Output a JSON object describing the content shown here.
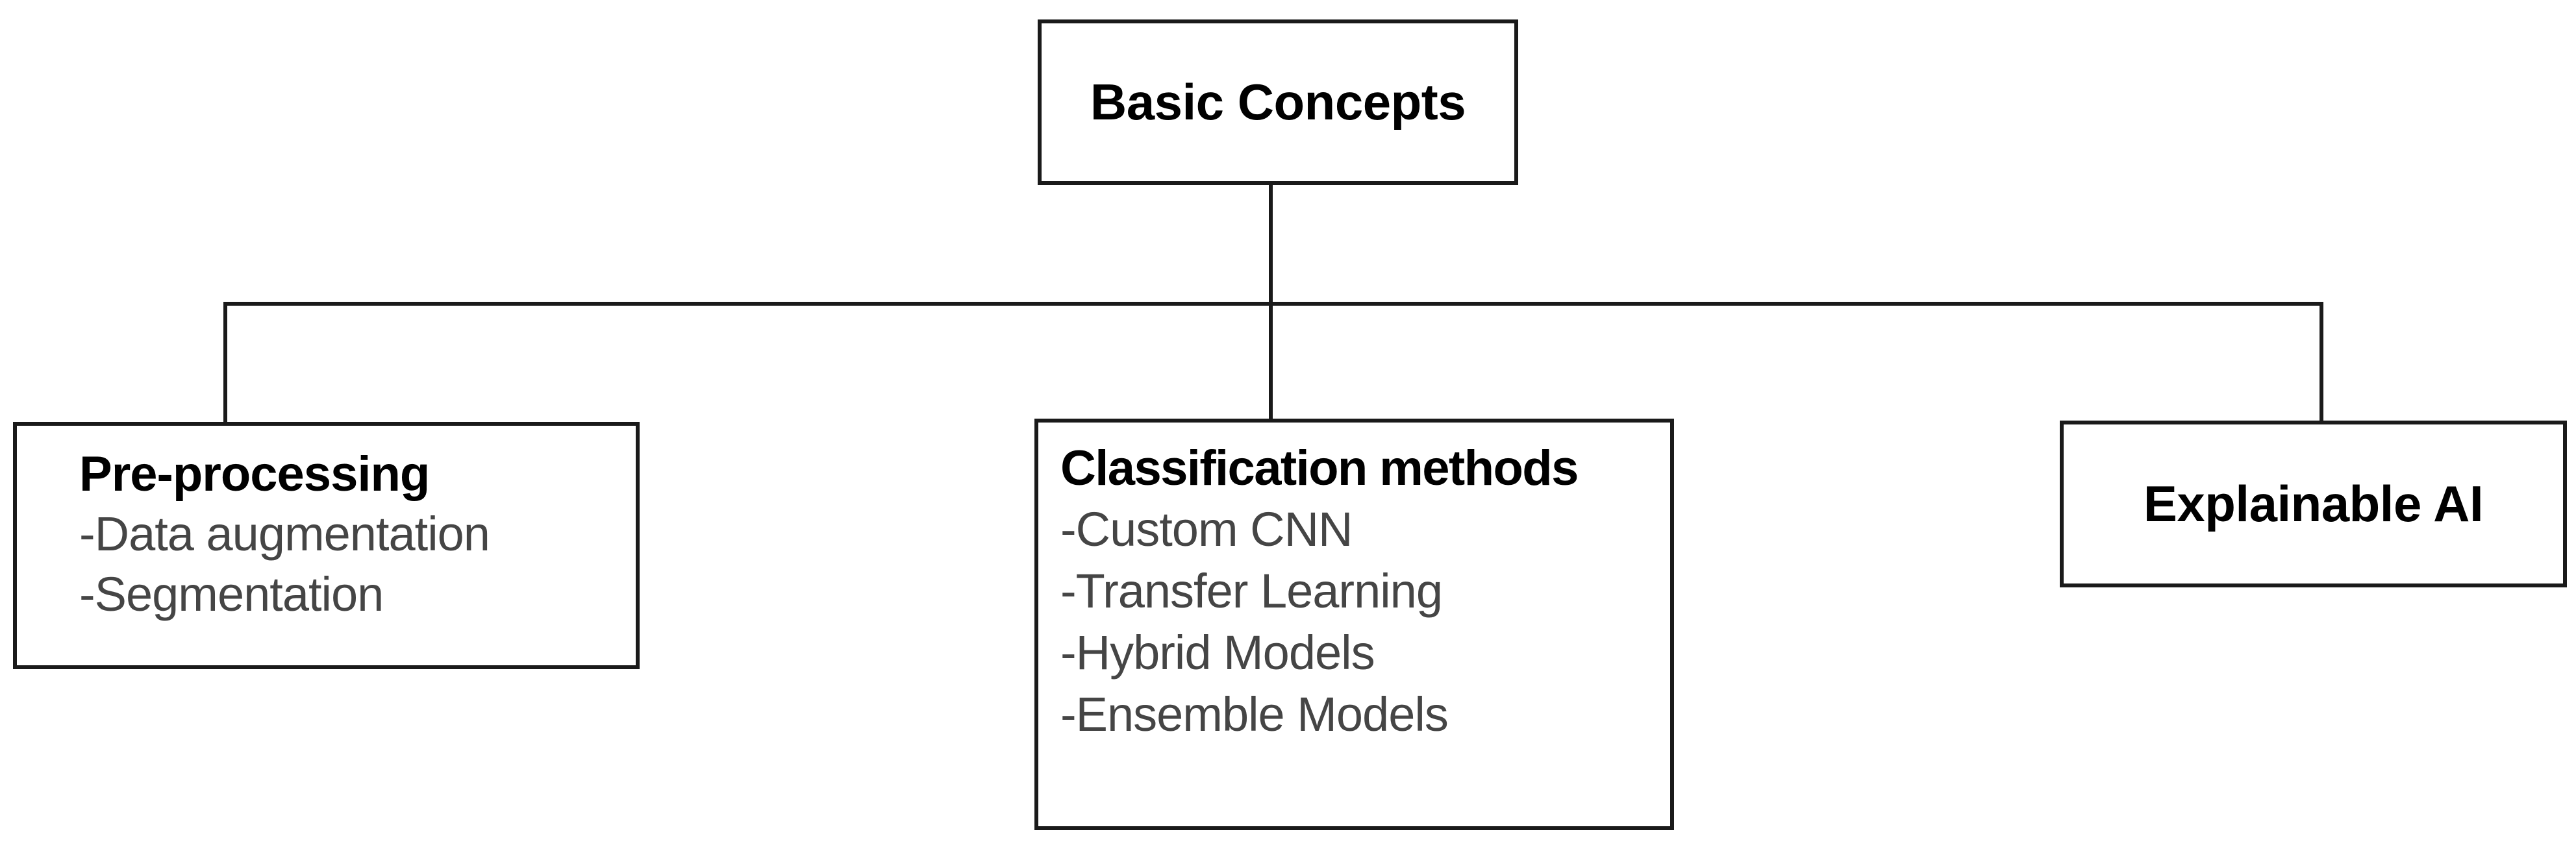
{
  "diagram": {
    "type": "hierarchy-tree",
    "orientation": "top-down",
    "background_color": "#ffffff",
    "line_color": "#1a1a1a",
    "title_color": "#000000",
    "item_color": "#454545",
    "root": {
      "id": "basic-concepts",
      "title": "Basic Concepts",
      "items": []
    },
    "children": [
      {
        "id": "pre-processing",
        "title": "Pre-processing",
        "items": [
          "-Data augmentation",
          "-Segmentation"
        ]
      },
      {
        "id": "classification-methods",
        "title": "Classification methods",
        "items": [
          "-Custom CNN",
          "-Transfer Learning",
          "-Hybrid Models",
          "-Ensemble Models"
        ]
      },
      {
        "id": "explainable-ai",
        "title": "Explainable AI",
        "items": []
      }
    ]
  }
}
